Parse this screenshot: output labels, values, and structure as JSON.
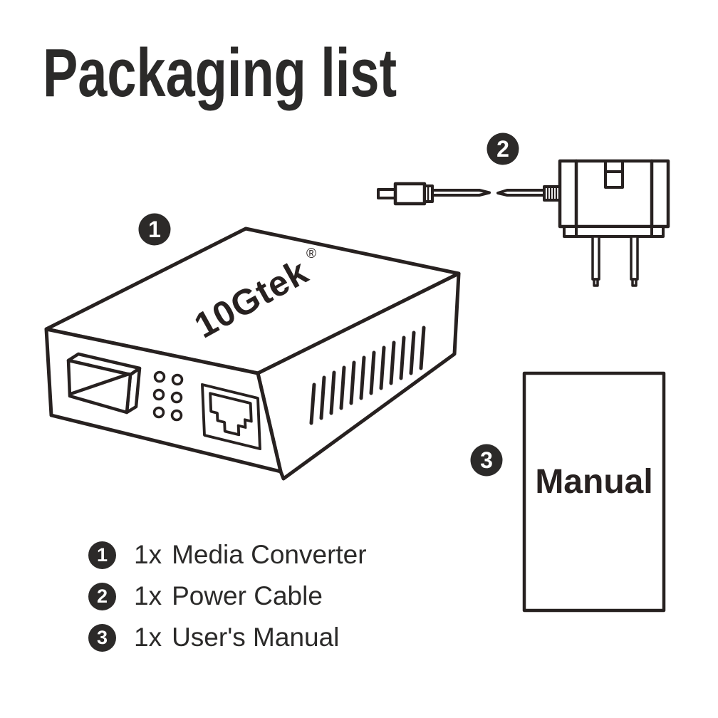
{
  "title": "Packaging list",
  "brand": {
    "logo": "10Gtek",
    "registered": "®"
  },
  "manual": {
    "label": "Manual"
  },
  "items": [
    {
      "num": "1",
      "qty": "1x",
      "name": "Media Converter"
    },
    {
      "num": "2",
      "qty": "1x",
      "name": "Power Cable"
    },
    {
      "num": "3",
      "qty": "1x",
      "name": "User's Manual"
    }
  ],
  "colors": {
    "ink": "#272120",
    "badge": "#2c2a29",
    "text": "#2b2a29",
    "background": "#ffffff"
  }
}
